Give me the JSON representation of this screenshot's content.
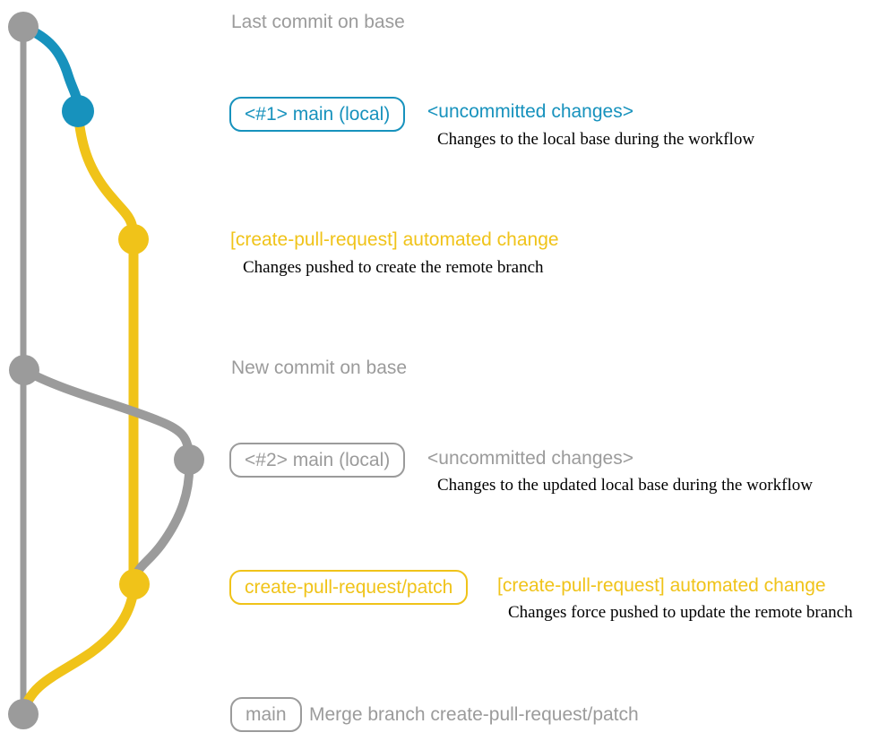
{
  "colors": {
    "base_gray": "#9B9B9B",
    "local_blue": "#1792BD",
    "branch_yellow": "#F0C319",
    "note_black": "#000000",
    "background": "#FFFFFF"
  },
  "graph": {
    "nodes": [
      {
        "name": "last-commit-on-base",
        "color": "gray"
      },
      {
        "name": "main-local-1",
        "color": "blue"
      },
      {
        "name": "automated-change-1",
        "color": "yellow"
      },
      {
        "name": "new-commit-on-base",
        "color": "gray"
      },
      {
        "name": "main-local-2",
        "color": "gray"
      },
      {
        "name": "automated-change-2",
        "color": "yellow"
      },
      {
        "name": "merge-commit",
        "color": "gray"
      }
    ]
  },
  "rows": {
    "last_commit": {
      "heading": "Last commit on base"
    },
    "local1": {
      "badge": "<#1> main (local)",
      "status": "<uncommitted changes>",
      "note": "Changes to the local base during the workflow"
    },
    "push1": {
      "title": "[create-pull-request] automated change",
      "note": "Changes pushed to create the remote branch"
    },
    "new_commit": {
      "heading": "New commit on base"
    },
    "local2": {
      "badge": "<#2> main (local)",
      "status": "<uncommitted changes>",
      "note": "Changes to the updated local base during the workflow"
    },
    "push2": {
      "badge": "create-pull-request/patch",
      "title": "[create-pull-request] automated change",
      "note": "Changes force pushed to update the remote branch"
    },
    "merge": {
      "badge": "main",
      "text": "Merge branch create-pull-request/patch"
    }
  }
}
